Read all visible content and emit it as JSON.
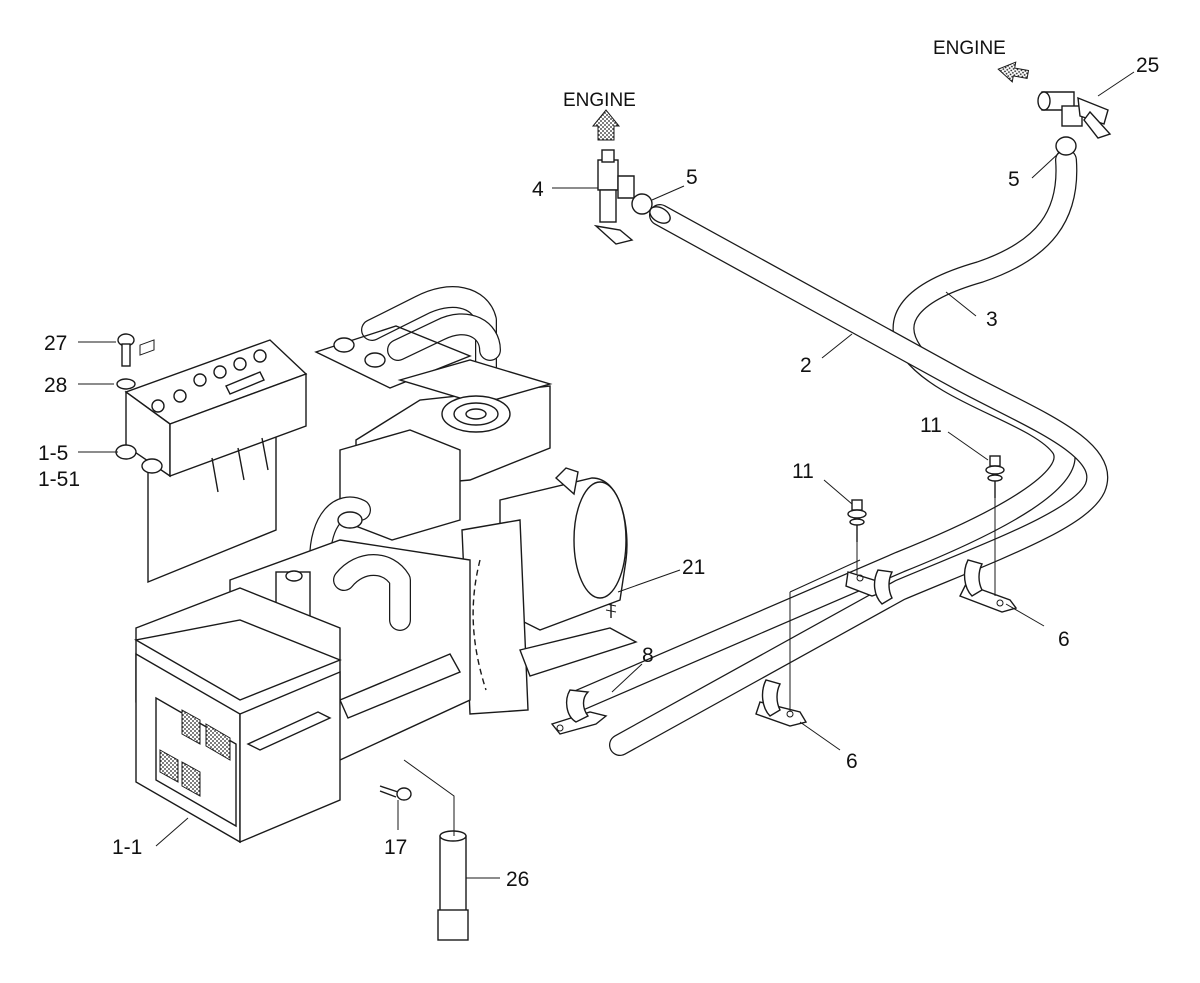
{
  "engine_labels": [
    "ENGINE",
    "ENGINE"
  ],
  "callouts": {
    "c25": "25",
    "c4": "4",
    "c5a": "5",
    "c5b": "5",
    "c3": "3",
    "c2": "2",
    "c27": "27",
    "c28": "28",
    "c1_5": "1-5",
    "c1_51": "1-51",
    "c11a": "11",
    "c11b": "11",
    "c21": "21",
    "c6a": "6",
    "c6b": "6",
    "c8": "8",
    "c1_1": "1-1",
    "c17": "17",
    "c26": "26"
  },
  "icons": {
    "flow_arrow": "engine-flow-arrow-icon",
    "valve": "water-valve-icon",
    "clamp": "pipe-clamp-icon",
    "bolt": "bolt-icon"
  }
}
